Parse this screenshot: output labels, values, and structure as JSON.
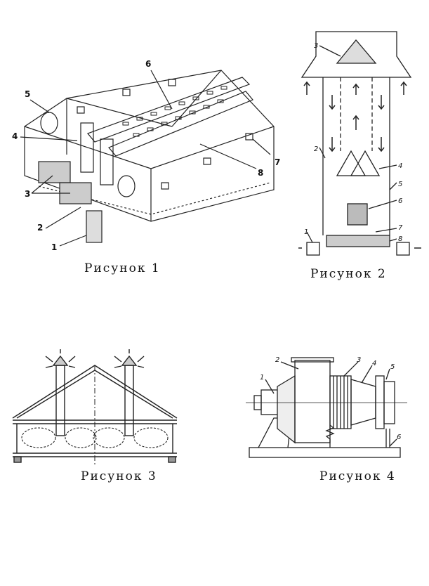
{
  "figures": [
    {
      "caption": "Рисунок 1",
      "labels": [
        "1",
        "2",
        "3",
        "4",
        "5",
        "6",
        "7",
        "8"
      ]
    },
    {
      "caption": "Рисунок 2",
      "labels": [
        "1",
        "2",
        "3",
        "4",
        "5",
        "6",
        "7",
        "8"
      ]
    },
    {
      "caption": "Рисунок 3",
      "labels": []
    },
    {
      "caption": "Рисунок 4",
      "labels": [
        "1",
        "2",
        "3",
        "4",
        "5",
        "6"
      ]
    }
  ]
}
